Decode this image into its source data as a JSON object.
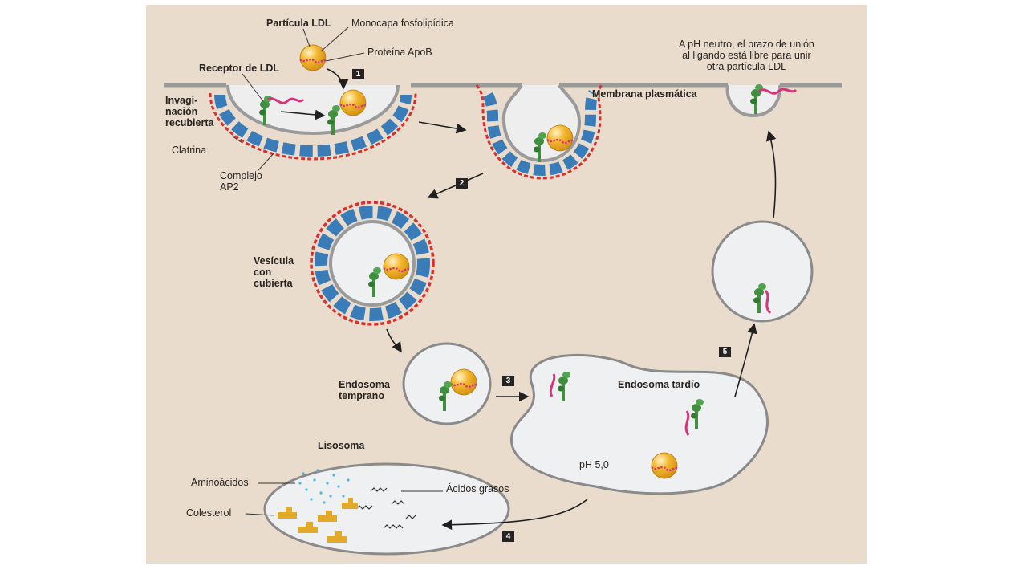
{
  "labels": {
    "ldl_particle": "Partícula LDL",
    "phospholipid_monolayer": "Monocapa fosfolipídica",
    "apob_protein": "Proteína ApoB",
    "ldl_receptor": "Receptor de LDL",
    "coated_pit": "Invagi-\nnación\nrecubierta",
    "clathrin": "Clatrina",
    "ap2_complex": "Complejo\nAP2",
    "plasma_membrane": "Membrana plasmática",
    "neutral_ph_note": "A pH neutro, el brazo de unión\nal ligando está libre para unir\notra partícula LDL",
    "coated_vesicle": "Vesícula\ncon\ncubierta",
    "early_endosome": "Endosoma\ntemprano",
    "late_endosome": "Endosoma tardío",
    "ph_value": "pH 5,0",
    "lysosome": "Lisosoma",
    "amino_acids": "Aminoácidos",
    "fatty_acids": "Ácidos grasos",
    "cholesterol": "Colesterol"
  },
  "steps": [
    "1",
    "2",
    "3",
    "4",
    "5"
  ],
  "colors": {
    "background": "#e9dccd",
    "clathrin": "#d9302c",
    "ap2": "#3a7cb8",
    "receptor": "#3f8f3f",
    "ligand_arm": "#d6337a",
    "ldl_particle": "#f0b429",
    "vesicle_fill": "#eef0f2",
    "vesicle_edge": "#8a8a8a",
    "cholesterol": "#e3aa2a",
    "amino_acids": "#4fb7d9"
  }
}
